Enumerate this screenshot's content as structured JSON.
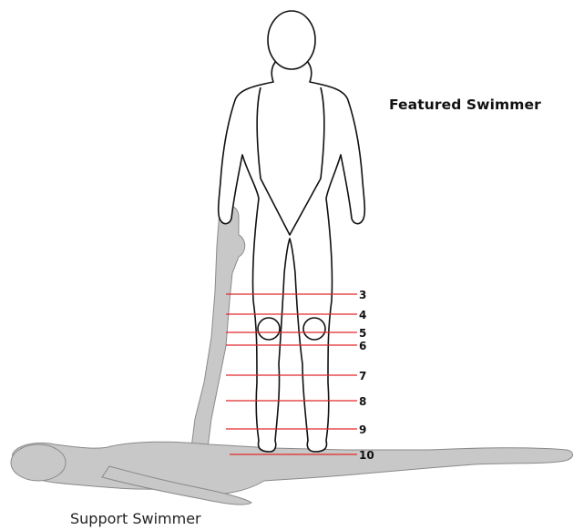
{
  "labels": {
    "featured": "Featured Swimmer",
    "support": "Support Swimmer"
  },
  "levels": [
    "3",
    "4",
    "5",
    "6",
    "7",
    "8",
    "9",
    "10"
  ],
  "colors": {
    "guide_line": "#e0282d",
    "support_fill": "#c8c8c8",
    "outline": "#111111"
  }
}
